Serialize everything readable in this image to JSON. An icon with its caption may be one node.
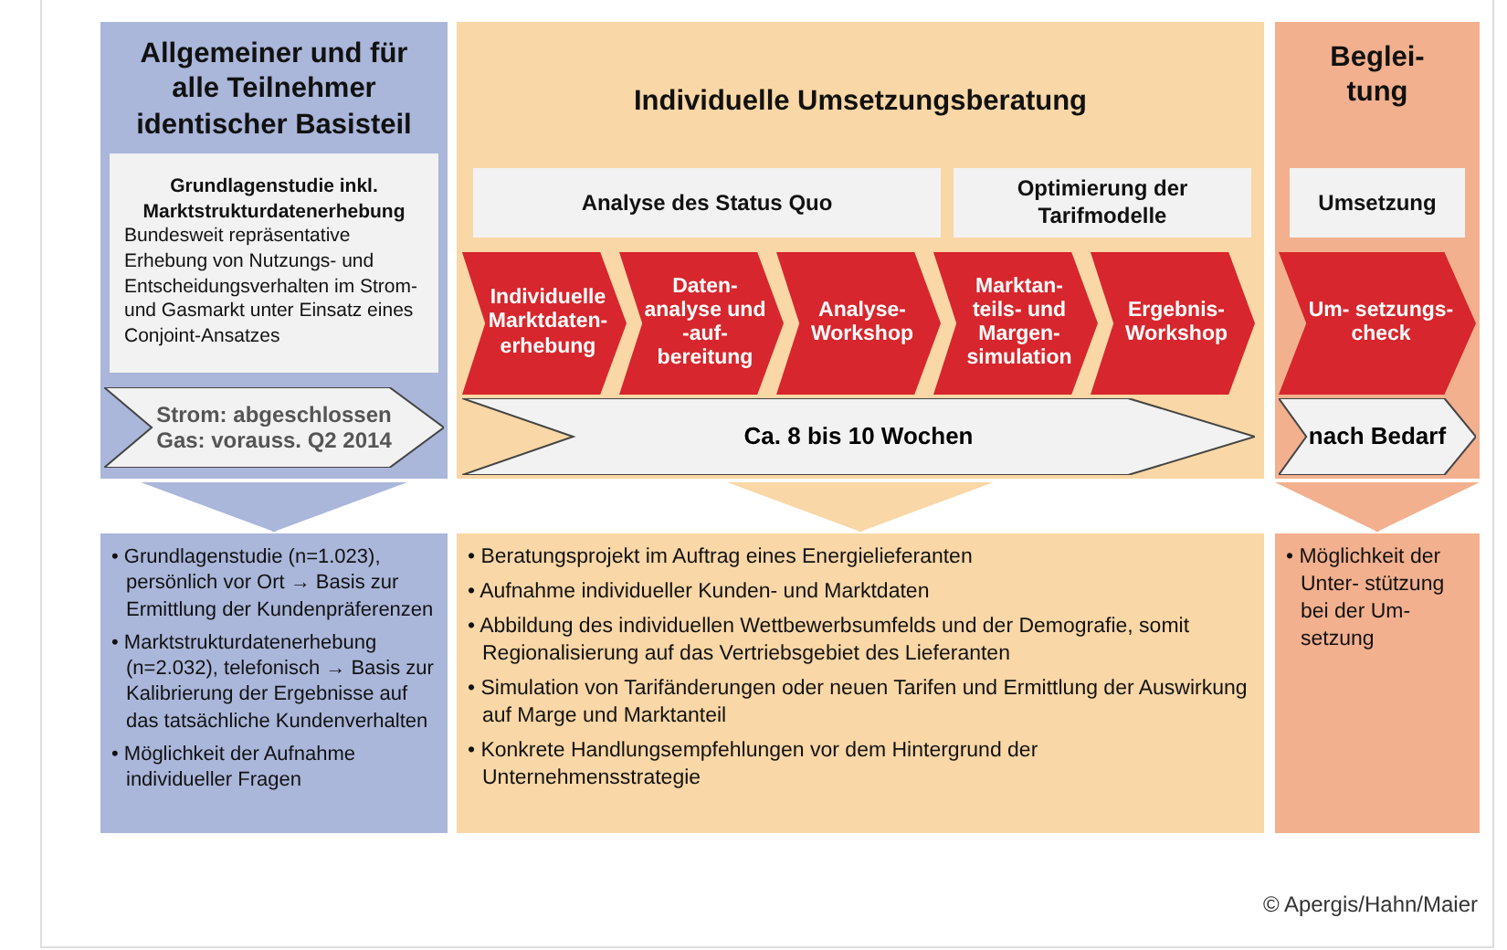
{
  "diagram": {
    "caption": "© Apergis/Hahn/Maier",
    "nodes": [
      {
        "text": [
          "Allgemeiner und für alle Teilnehmer identischer Basisteil"
        ]
      },
      {
        "text": [
          "Grundlagenstudie inkl. Marktstrukturdatenerhebung",
          "Bundesweit repräsentative Erhebung von Nutzungs- und Entscheidungsverhalten im Strom- und Gasmarkt unter Einsatz eines Conjoint-Ansatzes"
        ],
        "in": 0
      },
      {
        "text": [
          "Strom: abgeschlossen",
          "Gas: vorauss. Q2 2014"
        ],
        "in": 0
      },
      {
        "text": [
          "Individuelle Umsetzungsberatung"
        ]
      },
      {
        "text": [
          "Analyse des Status Quo"
        ],
        "in": 3
      },
      {
        "text": [
          "Optimierung der Tarifmodelle"
        ],
        "in": 3
      },
      {
        "text": [
          "Individuelle Marktdaten- erhebung"
        ],
        "in": 3
      },
      {
        "text": [
          "Daten- analyse und -auf- bereitung"
        ],
        "in": 3
      },
      {
        "text": [
          "Analyse- Workshop"
        ],
        "in": 3
      },
      {
        "text": [
          "Marktan- teils- und Margen- simulation"
        ],
        "in": 3
      },
      {
        "text": [
          "Ergebnis- Workshop"
        ],
        "in": 3
      },
      {
        "text": [
          "Ca. 8 bis 10 Wochen"
        ],
        "in": 3
      },
      {
        "text": [
          "Beglei- tung"
        ]
      },
      {
        "text": [
          "Umsetzung"
        ],
        "in": 12
      },
      {
        "text": [
          "Um- setzungs- check"
        ],
        "in": 12
      },
      {
        "text": [
          "nach Bedarf"
        ],
        "in": 12
      },
      {
        "text": [
          "• Grundlagenstudie (n=1.023), persönlich vor Ort → Basis zur Ermittlung der Kundenpräferenzen",
          "• Marktstrukturdatenerhebung (n=2.032), telefonisch → Basis zur Kalibrierung der Ergebnisse auf das tatsächliche Kundenverhalten",
          "• Möglichkeit der Aufnahme individueller Fragen"
        ]
      },
      {
        "text": [
          "• Beratungsprojekt im Auftrag eines Energielieferanten",
          "• Aufnahme individueller Kunden- und Marktdaten",
          "• Abbildung des individuellen Wettbewerbsumfelds und der Demografie, somit Regionalisierung auf das Vertriebsgebiet des Lieferanten",
          "• Simulation von Tarifänderungen oder neuen Tarifen und Ermittlung der Auswirkung auf Marge und Marktanteil",
          "• Konkrete Handlungsempfehlungen vor dem Hintergrund der Unternehmensstrategie"
        ]
      },
      {
        "text": [
          "• Möglichkeit der Unter- stützung bei der Um- setzung"
        ]
      }
    ],
    "edges": [
      {
        "from": 0,
        "to": 16,
        "arrow": "to",
        "color": "#aab6da"
      },
      {
        "from": 3,
        "to": 17,
        "arrow": "to",
        "color": "#f9d7a6"
      },
      {
        "from": 12,
        "to": 18,
        "arrow": "to",
        "color": "#f2b08e"
      }
    ]
  }
}
